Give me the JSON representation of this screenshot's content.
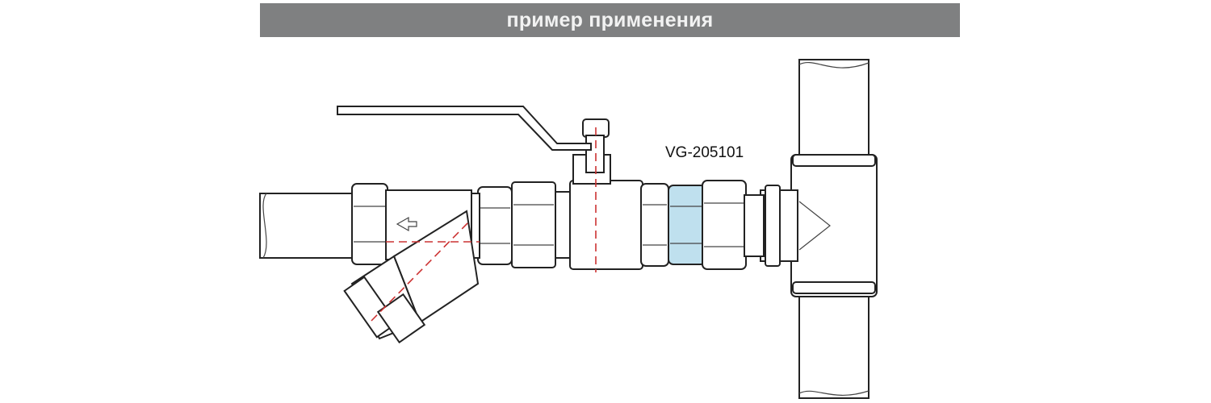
{
  "header": {
    "title": "пример применения"
  },
  "diagram": {
    "product_code": "VG-205101",
    "highlight_color": "#bfe0ee",
    "axis_color": "#cc3333",
    "components": [
      "pipe-left",
      "y-strainer",
      "ball-valve",
      "union-coupling",
      "tee-fitting",
      "pipe-vertical"
    ]
  }
}
